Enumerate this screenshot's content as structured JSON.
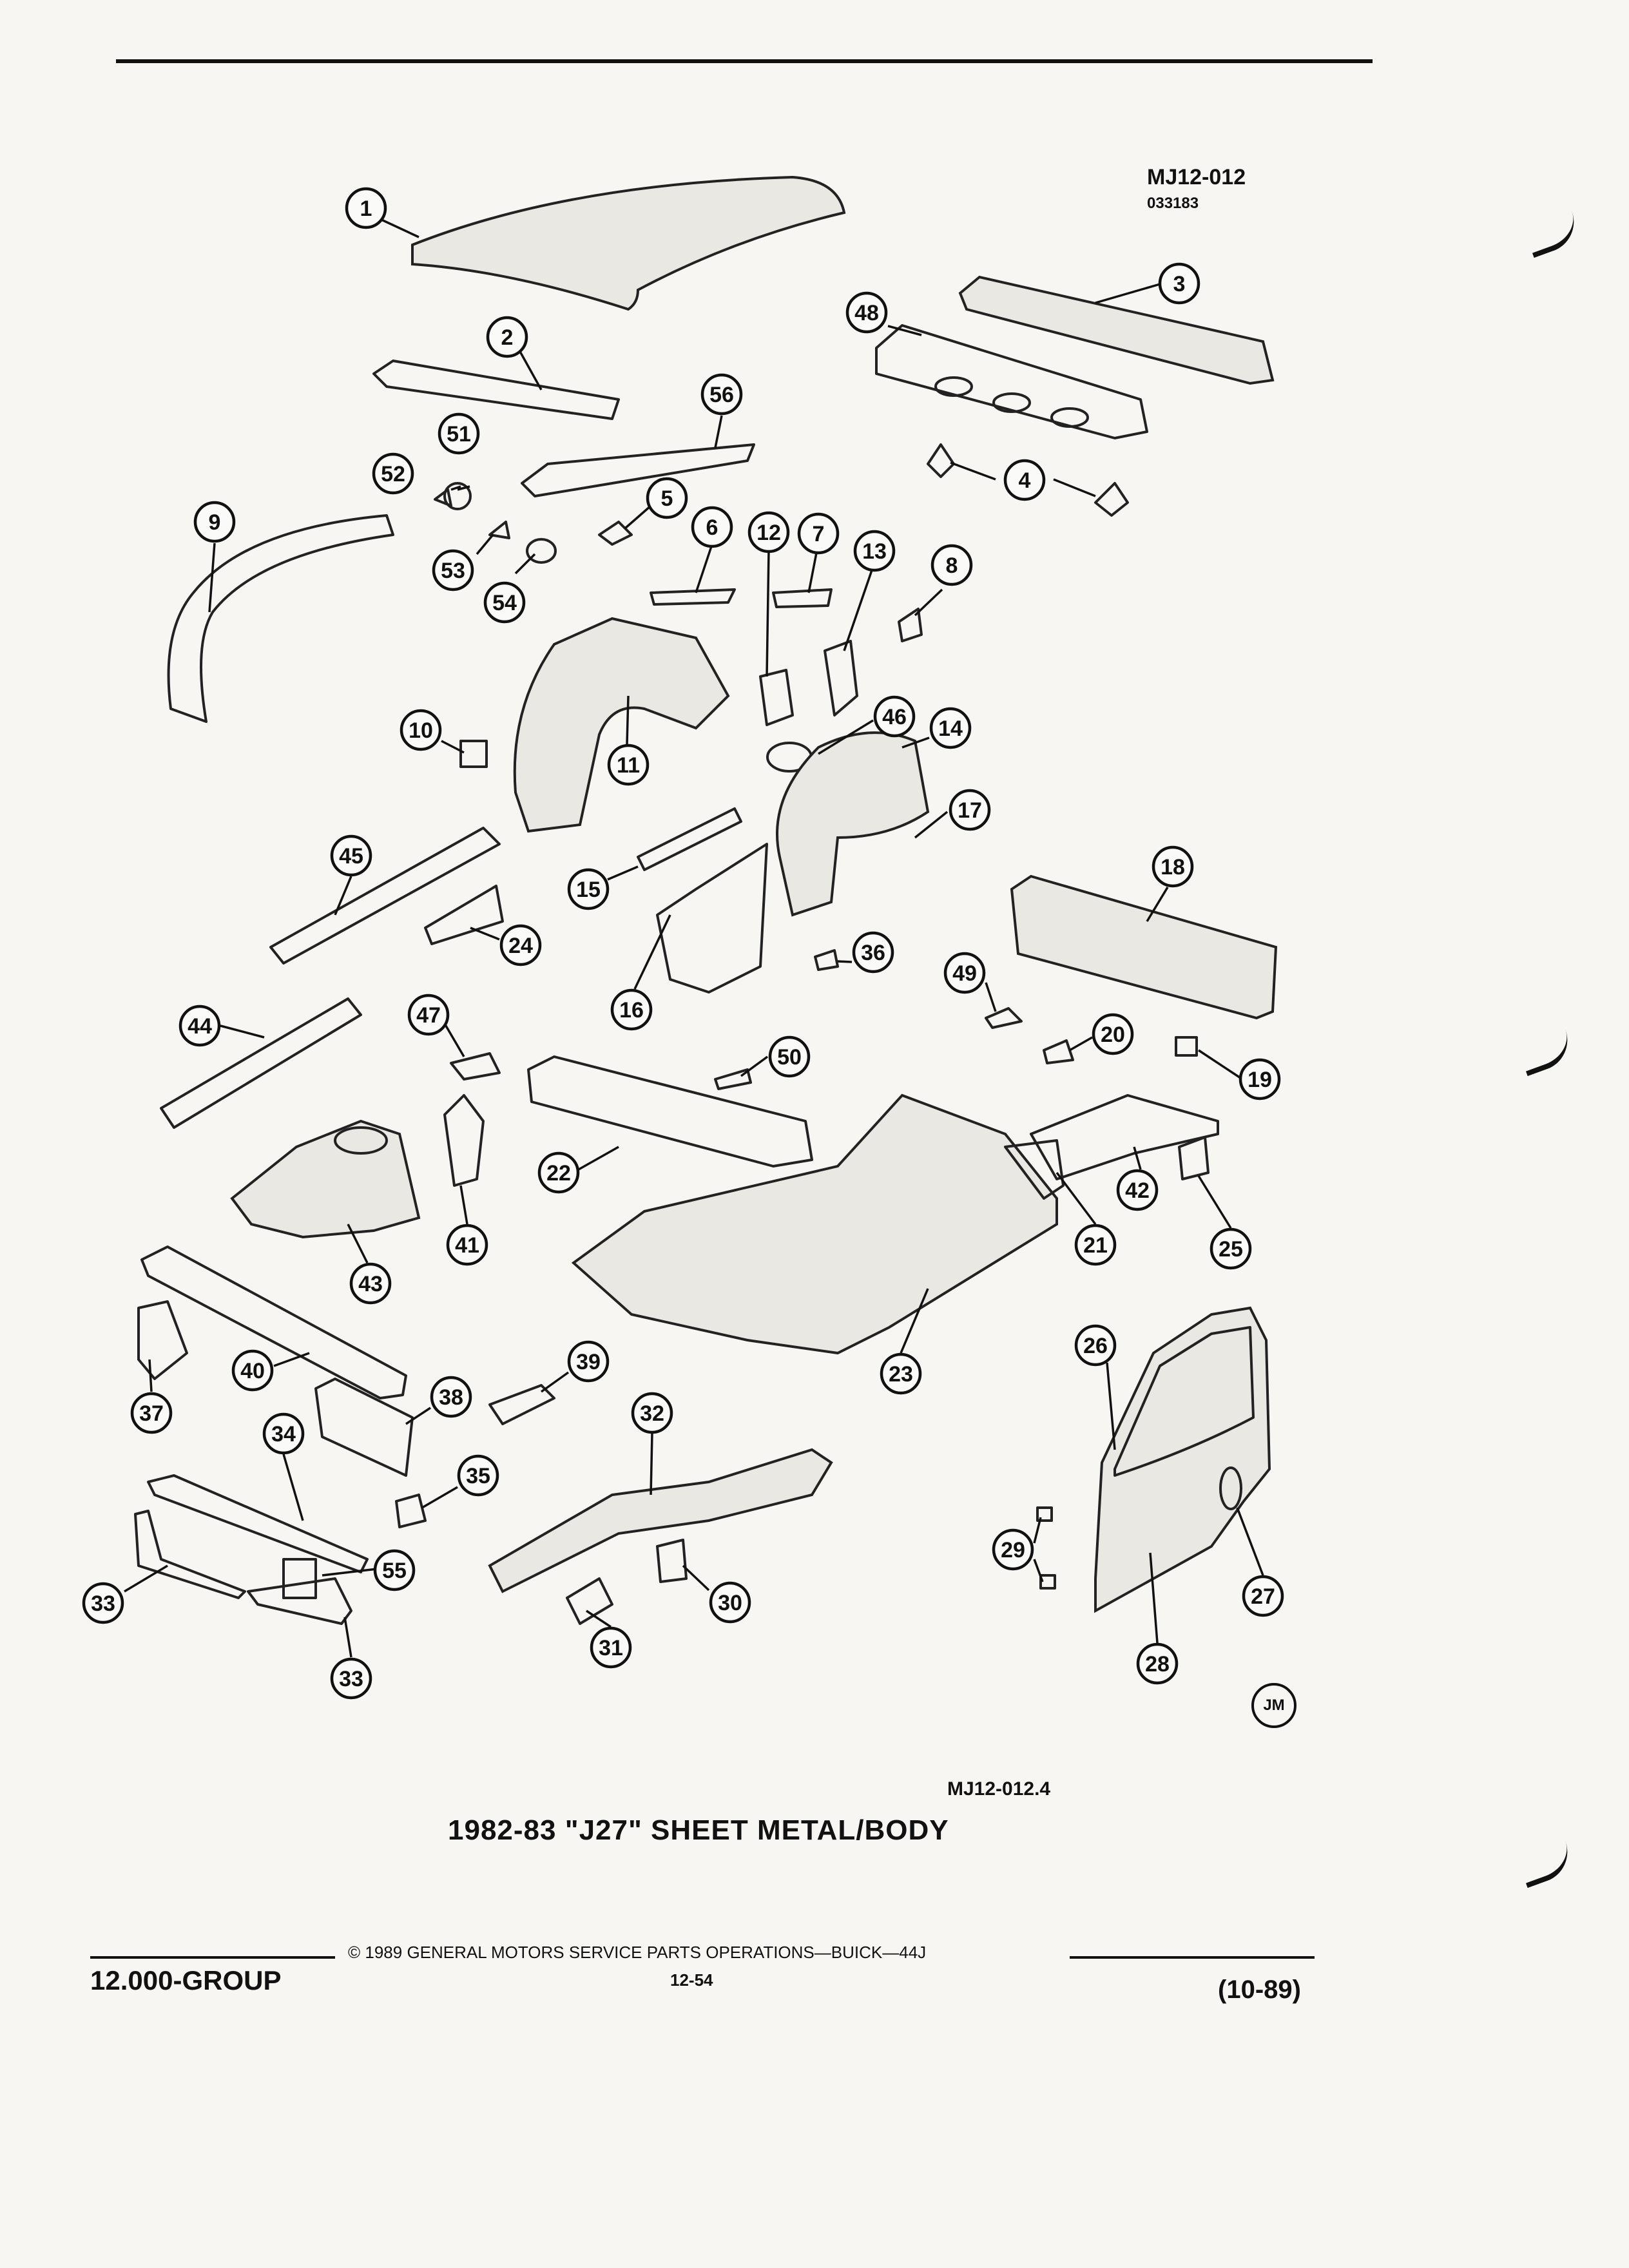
{
  "header": {
    "figure_code": "MJ12-012",
    "figure_subcode": "033183"
  },
  "callouts": [
    {
      "id": "c1",
      "label": "1"
    },
    {
      "id": "c2",
      "label": "2"
    },
    {
      "id": "c3",
      "label": "3"
    },
    {
      "id": "c4",
      "label": "4"
    },
    {
      "id": "c5",
      "label": "5"
    },
    {
      "id": "c6",
      "label": "6"
    },
    {
      "id": "c7",
      "label": "7"
    },
    {
      "id": "c8",
      "label": "8"
    },
    {
      "id": "c9",
      "label": "9"
    },
    {
      "id": "c10",
      "label": "10"
    },
    {
      "id": "c11",
      "label": "11"
    },
    {
      "id": "c12",
      "label": "12"
    },
    {
      "id": "c13",
      "label": "13"
    },
    {
      "id": "c14",
      "label": "14"
    },
    {
      "id": "c15",
      "label": "15"
    },
    {
      "id": "c16",
      "label": "16"
    },
    {
      "id": "c17",
      "label": "17"
    },
    {
      "id": "c18",
      "label": "18"
    },
    {
      "id": "c19",
      "label": "19"
    },
    {
      "id": "c20",
      "label": "20"
    },
    {
      "id": "c21",
      "label": "21"
    },
    {
      "id": "c22",
      "label": "22"
    },
    {
      "id": "c23",
      "label": "23"
    },
    {
      "id": "c24",
      "label": "24"
    },
    {
      "id": "c25",
      "label": "25"
    },
    {
      "id": "c26",
      "label": "26"
    },
    {
      "id": "c27",
      "label": "27"
    },
    {
      "id": "c28",
      "label": "28"
    },
    {
      "id": "c29",
      "label": "29"
    },
    {
      "id": "c30",
      "label": "30"
    },
    {
      "id": "c31",
      "label": "31"
    },
    {
      "id": "c32",
      "label": "32"
    },
    {
      "id": "c33a",
      "label": "33"
    },
    {
      "id": "c33b",
      "label": "33"
    },
    {
      "id": "c34",
      "label": "34"
    },
    {
      "id": "c35",
      "label": "35"
    },
    {
      "id": "c36",
      "label": "36"
    },
    {
      "id": "c37",
      "label": "37"
    },
    {
      "id": "c38",
      "label": "38"
    },
    {
      "id": "c39",
      "label": "39"
    },
    {
      "id": "c40",
      "label": "40"
    },
    {
      "id": "c41",
      "label": "41"
    },
    {
      "id": "c42",
      "label": "42"
    },
    {
      "id": "c43",
      "label": "43"
    },
    {
      "id": "c44",
      "label": "44"
    },
    {
      "id": "c45",
      "label": "45"
    },
    {
      "id": "c46",
      "label": "46"
    },
    {
      "id": "c47",
      "label": "47"
    },
    {
      "id": "c48",
      "label": "48"
    },
    {
      "id": "c49",
      "label": "49"
    },
    {
      "id": "c50",
      "label": "50"
    },
    {
      "id": "c51",
      "label": "51"
    },
    {
      "id": "c52",
      "label": "52"
    },
    {
      "id": "c53",
      "label": "53"
    },
    {
      "id": "c54",
      "label": "54"
    },
    {
      "id": "c55",
      "label": "55"
    },
    {
      "id": "c56",
      "label": "56"
    }
  ],
  "figure": {
    "code": "MJ12-012.4",
    "caption": "1982-83 \"J27\" SHEET METAL/BODY",
    "logo": "JM"
  },
  "footer": {
    "group": "12.000-GROUP",
    "copyright": "© 1989 GENERAL MOTORS SERVICE PARTS OPERATIONS—BUICK—44J",
    "page": "12-54",
    "date": "(10-89)"
  }
}
